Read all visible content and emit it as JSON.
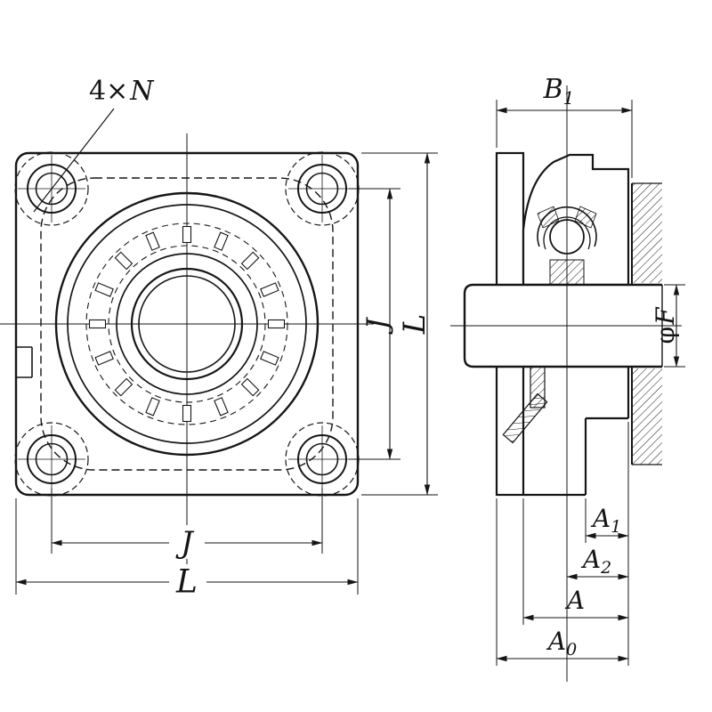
{
  "drawing": {
    "line_color": "#161616",
    "background": "#ffffff"
  },
  "front_view": {
    "bolt_note": {
      "qty": "4×",
      "letter": "N"
    },
    "dim_j": "J",
    "dim_l": "L"
  },
  "side_view": {
    "dim_b1": {
      "base": "B",
      "sub": "1"
    },
    "dim_phi_f": {
      "symbol": "φ",
      "letter": "F"
    },
    "dim_a1": {
      "base": "A",
      "sub": "1"
    },
    "dim_a2": {
      "base": "A",
      "sub": "2"
    },
    "dim_a": {
      "base": "A"
    },
    "dim_a0": {
      "base": "A",
      "sub": "0"
    }
  }
}
